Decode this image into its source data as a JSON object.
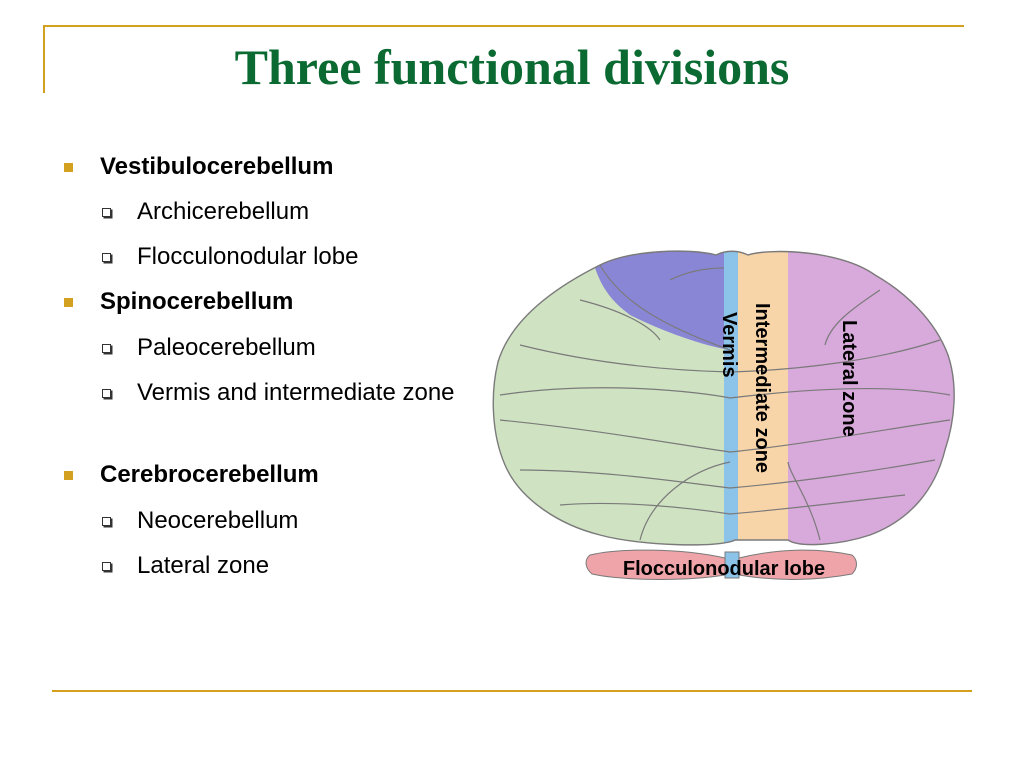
{
  "title": "Three functional divisions",
  "outline": [
    {
      "label": "Vestibulocerebellum",
      "children": [
        "Archicerebellum",
        "Flocculonodular lobe"
      ]
    },
    {
      "label": "Spinocerebellum",
      "children": [
        "Paleocerebellum",
        "Vermis and intermediate zone"
      ]
    },
    {
      "label": "Cerebrocerebellum",
      "children": [
        "Neocerebellum",
        "Lateral zone"
      ]
    }
  ],
  "diagram": {
    "labels": {
      "vermis": "Vermis",
      "intermediate": "Intermediate zone",
      "lateral": "Lateral zone",
      "flocculonodular": "Flocculonodular lobe"
    },
    "colors": {
      "vestibulo": "#8a86d6",
      "spino": "#cfe3c2",
      "vermis": "#8cc3e8",
      "intermediate": "#f7d5a8",
      "lateral": "#d8a9db",
      "flocculonodular": "#eea4a8",
      "outline": "#7a7a7a"
    }
  }
}
